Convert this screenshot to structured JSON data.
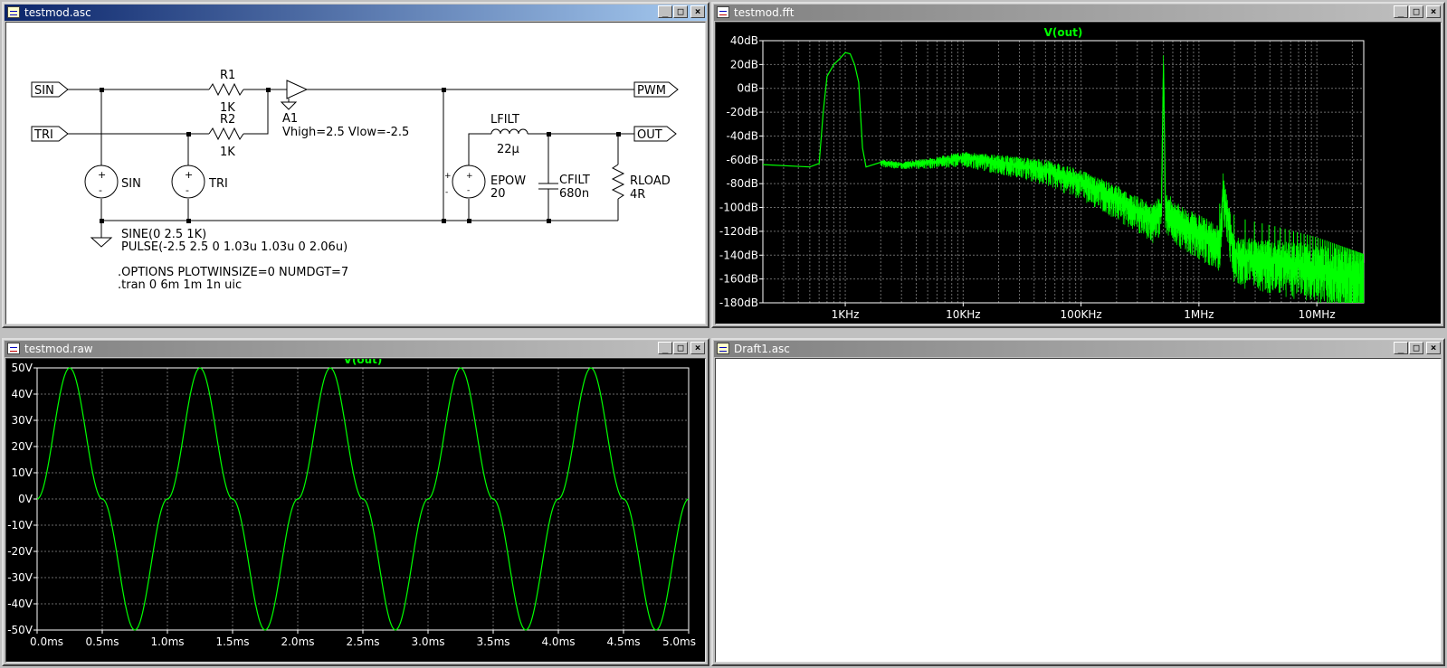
{
  "windows": {
    "schematic": {
      "title": "testmod.asc",
      "labels": {
        "sin_port": "SIN",
        "tri_port": "TRI",
        "pwm_port": "PWM",
        "out_port": "OUT",
        "r1_name": "R1",
        "r1_value": "1K",
        "r2_name": "R2",
        "r2_value": "1K",
        "a1_name": "A1",
        "a1_params": "Vhigh=2.5 Vlow=-2.5",
        "lfilt_name": "LFILT",
        "lfilt_value": "22µ",
        "cfilt_name": "CFILT",
        "cfilt_value": "680n",
        "rload_name": "RLOAD",
        "rload_value": "4R",
        "epow_name": "EPOW",
        "epow_value": "20",
        "sin_source_name": "SIN",
        "tri_source_name": "TRI",
        "sine_spec": "SINE(0 2.5 1K)",
        "pulse_spec": "PULSE(-2.5 2.5 0 1.03u 1.03u 0 2.06u)",
        "options_directive": ".OPTIONS PLOTWINSIZE=0 NUMDGT=7",
        "tran_directive": ".tran 0 6m 1m 1n uic",
        "plus_sign": "+",
        "minus_sign": "-"
      }
    },
    "fft": {
      "title": "testmod.fft"
    },
    "raw": {
      "title": "testmod.raw"
    },
    "draft": {
      "title": "Draft1.asc"
    }
  },
  "buttons": {
    "minimize": "_",
    "maximize": "□",
    "close": "×"
  },
  "colors": {
    "trace": "#00ff00",
    "grid": "#6a6a6a",
    "axis_text": "#ffffff",
    "plot_bg": "#000000"
  },
  "icons": {
    "waveform_window": "waveform-icon",
    "schematic_window": "schematic-icon"
  },
  "chart_data": [
    {
      "type": "line",
      "title": "V(out)",
      "xscale": "log",
      "xlim": [
        200,
        25000000
      ],
      "ylim": [
        -180,
        40
      ],
      "yticks": [
        40,
        20,
        0,
        -20,
        -40,
        -60,
        -80,
        -100,
        -120,
        -140,
        -160,
        -180
      ],
      "ytick_labels": [
        "40dB",
        "20dB",
        "0dB",
        "-20dB",
        "-40dB",
        "-60dB",
        "-80dB",
        "-100dB",
        "-120dB",
        "-140dB",
        "-160dB",
        "-180dB"
      ],
      "xticks": [
        1000,
        10000,
        100000,
        1000000,
        10000000
      ],
      "xtick_labels": [
        "1KHz",
        "10KHz",
        "100KHz",
        "1MHz",
        "10MHz"
      ],
      "grid": true,
      "series": [
        {
          "name": "V(out)",
          "x": [
            200,
            500,
            600,
            650,
            700,
            800,
            900,
            1000,
            1100,
            1200,
            1300,
            1400,
            1500,
            2000,
            3000,
            5000,
            10000,
            20000,
            50000,
            100000,
            200000,
            400000,
            480000,
            500000,
            520000,
            700000,
            1000000,
            1500000,
            1600000,
            2000000,
            5000000,
            10000000,
            25000000
          ],
          "y": [
            -64,
            -66,
            -63,
            -20,
            10,
            20,
            25,
            30,
            29,
            20,
            5,
            -50,
            -66,
            -62,
            -64,
            -62,
            -58,
            -62,
            -68,
            -78,
            -92,
            -110,
            -102,
            20,
            -100,
            -112,
            -120,
            -130,
            -85,
            -140,
            -145,
            -150,
            -160
          ]
        }
      ]
    },
    {
      "type": "line",
      "title": "V(out)",
      "xlim": [
        0,
        5
      ],
      "ylim": [
        -50,
        50
      ],
      "yticks": [
        50,
        40,
        30,
        20,
        10,
        0,
        -10,
        -20,
        -30,
        -40,
        -50
      ],
      "ytick_labels": [
        "50V",
        "40V",
        "30V",
        "20V",
        "10V",
        "0V",
        "-10V",
        "-20V",
        "-30V",
        "-40V",
        "-50V"
      ],
      "xticks": [
        0,
        0.5,
        1,
        1.5,
        2,
        2.5,
        3,
        3.5,
        4,
        4.5,
        5
      ],
      "xtick_labels": [
        "0.0ms",
        "0.5ms",
        "1.0ms",
        "1.5ms",
        "2.0ms",
        "2.5ms",
        "3.0ms",
        "3.5ms",
        "4.0ms",
        "4.5ms",
        "5.0ms"
      ],
      "grid": true,
      "series": [
        {
          "name": "V(out)",
          "x": [
            0,
            0.25,
            0.5,
            0.75,
            1,
            1.25,
            1.5,
            1.75,
            2,
            2.25,
            2.5,
            2.75,
            3,
            3.25,
            3.5,
            3.75,
            4,
            4.25,
            4.5,
            4.75,
            5
          ],
          "y": [
            0,
            50,
            0,
            -50,
            0,
            50,
            0,
            -50,
            0,
            50,
            0,
            -50,
            0,
            50,
            0,
            -50,
            0,
            50,
            0,
            -50,
            0
          ]
        }
      ]
    }
  ]
}
